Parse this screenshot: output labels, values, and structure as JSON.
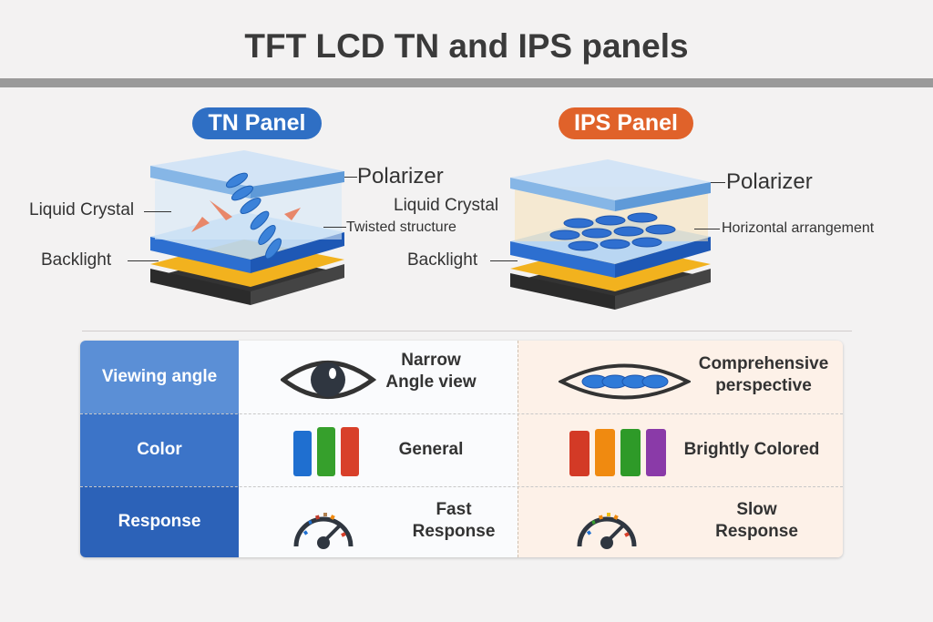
{
  "title": "TFT LCD TN and IPS panels",
  "tn": {
    "badge": "TN Panel",
    "polarizer": "Polarizer",
    "liquid_crystal": "Liquid Crystal",
    "twisted": "Twisted structure",
    "backlight": "Backlight"
  },
  "ips": {
    "badge": "IPS Panel",
    "polarizer": "Polarizer",
    "liquid_crystal": "Liquid Crystal",
    "horizontal": "Horizontal arrangement",
    "backlight": "Backlight"
  },
  "table": {
    "rows": [
      {
        "label": "Viewing angle",
        "tn": "Narrow\nAngle view",
        "ips": "Comprehensive\nperspective"
      },
      {
        "label": "Color",
        "tn": "General",
        "ips": "Brightly Colored"
      },
      {
        "label": "Response",
        "tn": "Fast\nResponse",
        "ips": "Slow\nResponse"
      }
    ]
  },
  "colors": {
    "tn_blue": "#2f6fc4",
    "ips_orange": "#e0622a",
    "backlight": "#f2b21e"
  }
}
